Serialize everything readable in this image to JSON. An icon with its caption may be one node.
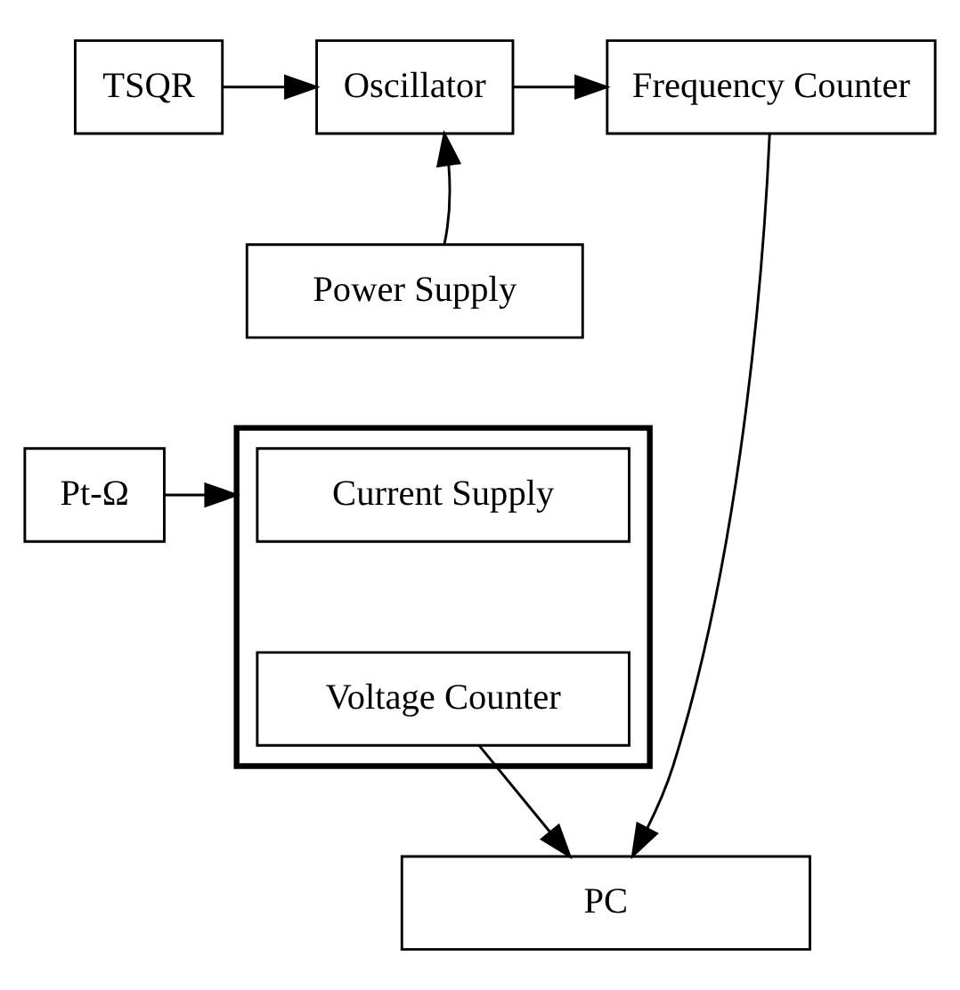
{
  "diagram": {
    "nodes": [
      {
        "text": [
          "TSQR"
        ]
      },
      {
        "text": [
          "Oscillator"
        ]
      },
      {
        "text": [
          "Frequency Counter"
        ]
      },
      {
        "text": [
          "Power Supply"
        ]
      },
      {
        "text": [
          "Pt-Ω"
        ]
      },
      {
        "text": [],
        "shape": "box"
      },
      {
        "text": [
          "Current Supply"
        ],
        "in": 5
      },
      {
        "text": [
          "Voltage Counter"
        ],
        "in": 5
      },
      {
        "text": [
          "PC"
        ]
      }
    ],
    "edges": [
      {
        "from": 0,
        "to": 1,
        "arrow": "to"
      },
      {
        "from": 1,
        "to": 2,
        "arrow": "to"
      },
      {
        "from": 3,
        "to": 1,
        "arrow": "to"
      },
      {
        "from": 4,
        "to": 5,
        "arrow": "to"
      },
      {
        "from": 7,
        "to": 8,
        "arrow": "to"
      },
      {
        "from": 2,
        "to": 8,
        "arrow": "to"
      }
    ]
  }
}
